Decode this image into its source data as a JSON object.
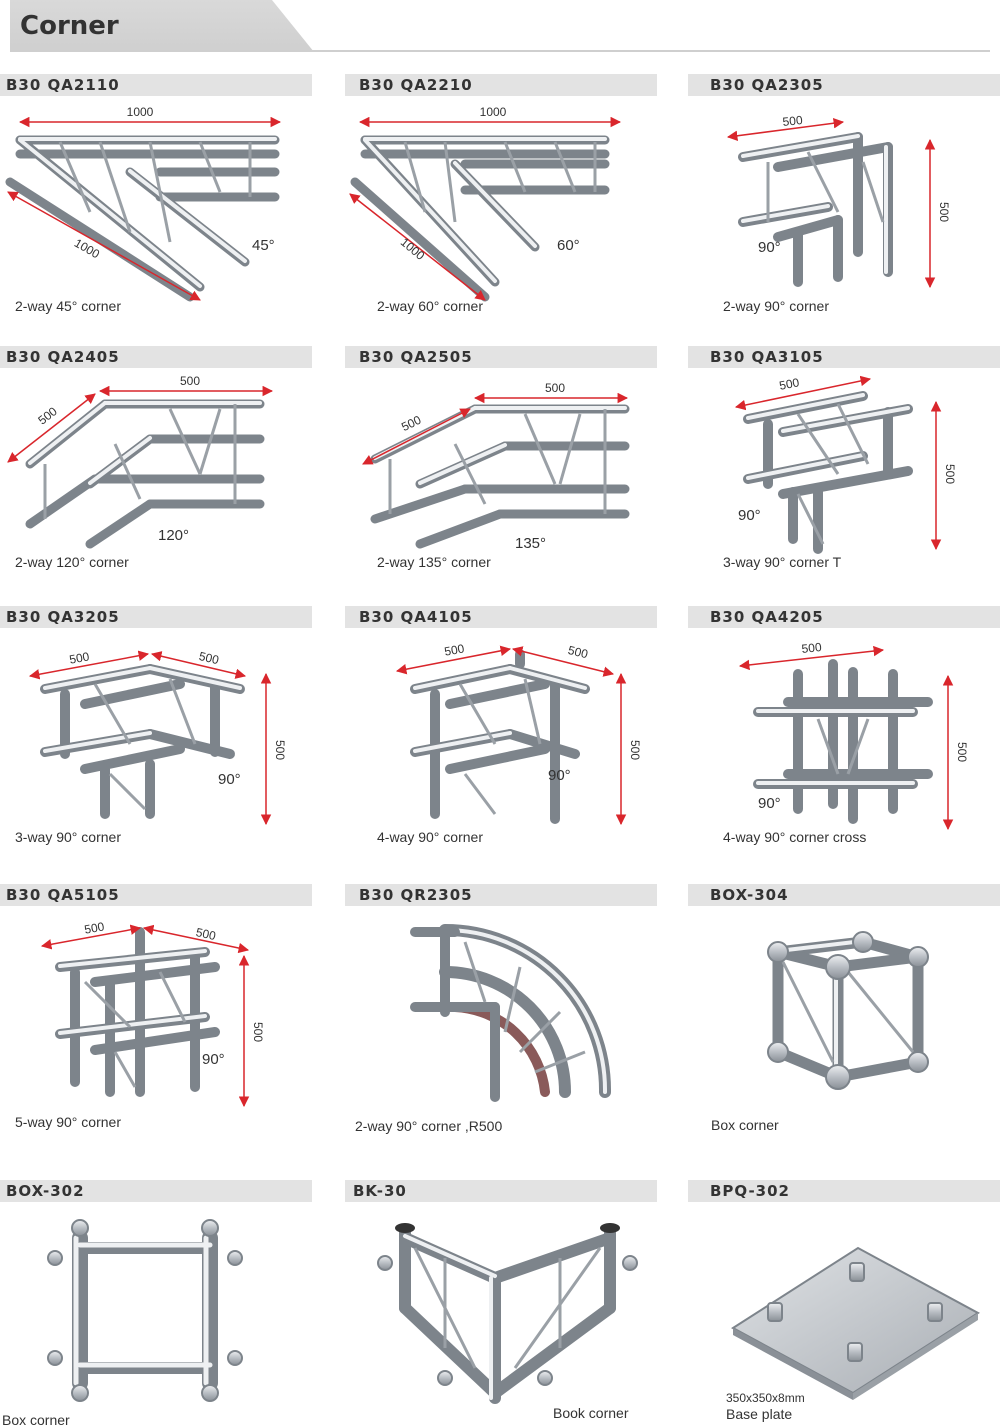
{
  "page": {
    "title": "Corner"
  },
  "products": [
    {
      "code": "B30 QA2110",
      "caption": "2-way 45° corner",
      "dims": [
        "1000",
        "1000"
      ],
      "angle": "45°"
    },
    {
      "code": "B30 QA2210",
      "caption": "2-way 60° corner",
      "dims": [
        "1000",
        "1000"
      ],
      "angle": "60°"
    },
    {
      "code": "B30 QA2305",
      "caption": "2-way 90° corner",
      "dims": [
        "500",
        "500"
      ],
      "angle": "90°"
    },
    {
      "code": "B30 QA2405",
      "caption": "2-way 120° corner",
      "dims": [
        "500",
        "500"
      ],
      "angle": "120°"
    },
    {
      "code": "B30 QA2505",
      "caption": "2-way 135° corner",
      "dims": [
        "500",
        "500"
      ],
      "angle": "135°"
    },
    {
      "code": "B30 QA3105",
      "caption": "3-way 90° corner T",
      "dims": [
        "500",
        "500"
      ],
      "angle": "90°"
    },
    {
      "code": "B30 QA3205",
      "caption": "3-way 90° corner",
      "dims": [
        "500",
        "500",
        "500"
      ],
      "angle": "90°"
    },
    {
      "code": "B30 QA4105",
      "caption": "4-way 90° corner",
      "dims": [
        "500",
        "500",
        "500"
      ],
      "angle": "90°"
    },
    {
      "code": "B30 QA4205",
      "caption": "4-way 90° corner cross",
      "dims": [
        "500",
        "500"
      ],
      "angle": "90°"
    },
    {
      "code": "B30 QA5105",
      "caption": "5-way 90° corner",
      "dims": [
        "500",
        "500",
        "500"
      ],
      "angle": "90°"
    },
    {
      "code": "B30 QR2305",
      "caption": "2-way 90° corner ,R500"
    },
    {
      "code": "BOX-304",
      "caption": "Box corner"
    },
    {
      "code": "BOX-302",
      "caption": "Box corner"
    },
    {
      "code": "BK-30",
      "caption": "Book corner"
    },
    {
      "code": "BPQ-302",
      "caption": "Base plate",
      "sub_caption": "350x350x8mm"
    }
  ],
  "colors": {
    "arrow": "#d9262c",
    "tube": "#b9bec4",
    "tube_edge": "#7d848b",
    "bar": "#e3e3e3"
  }
}
